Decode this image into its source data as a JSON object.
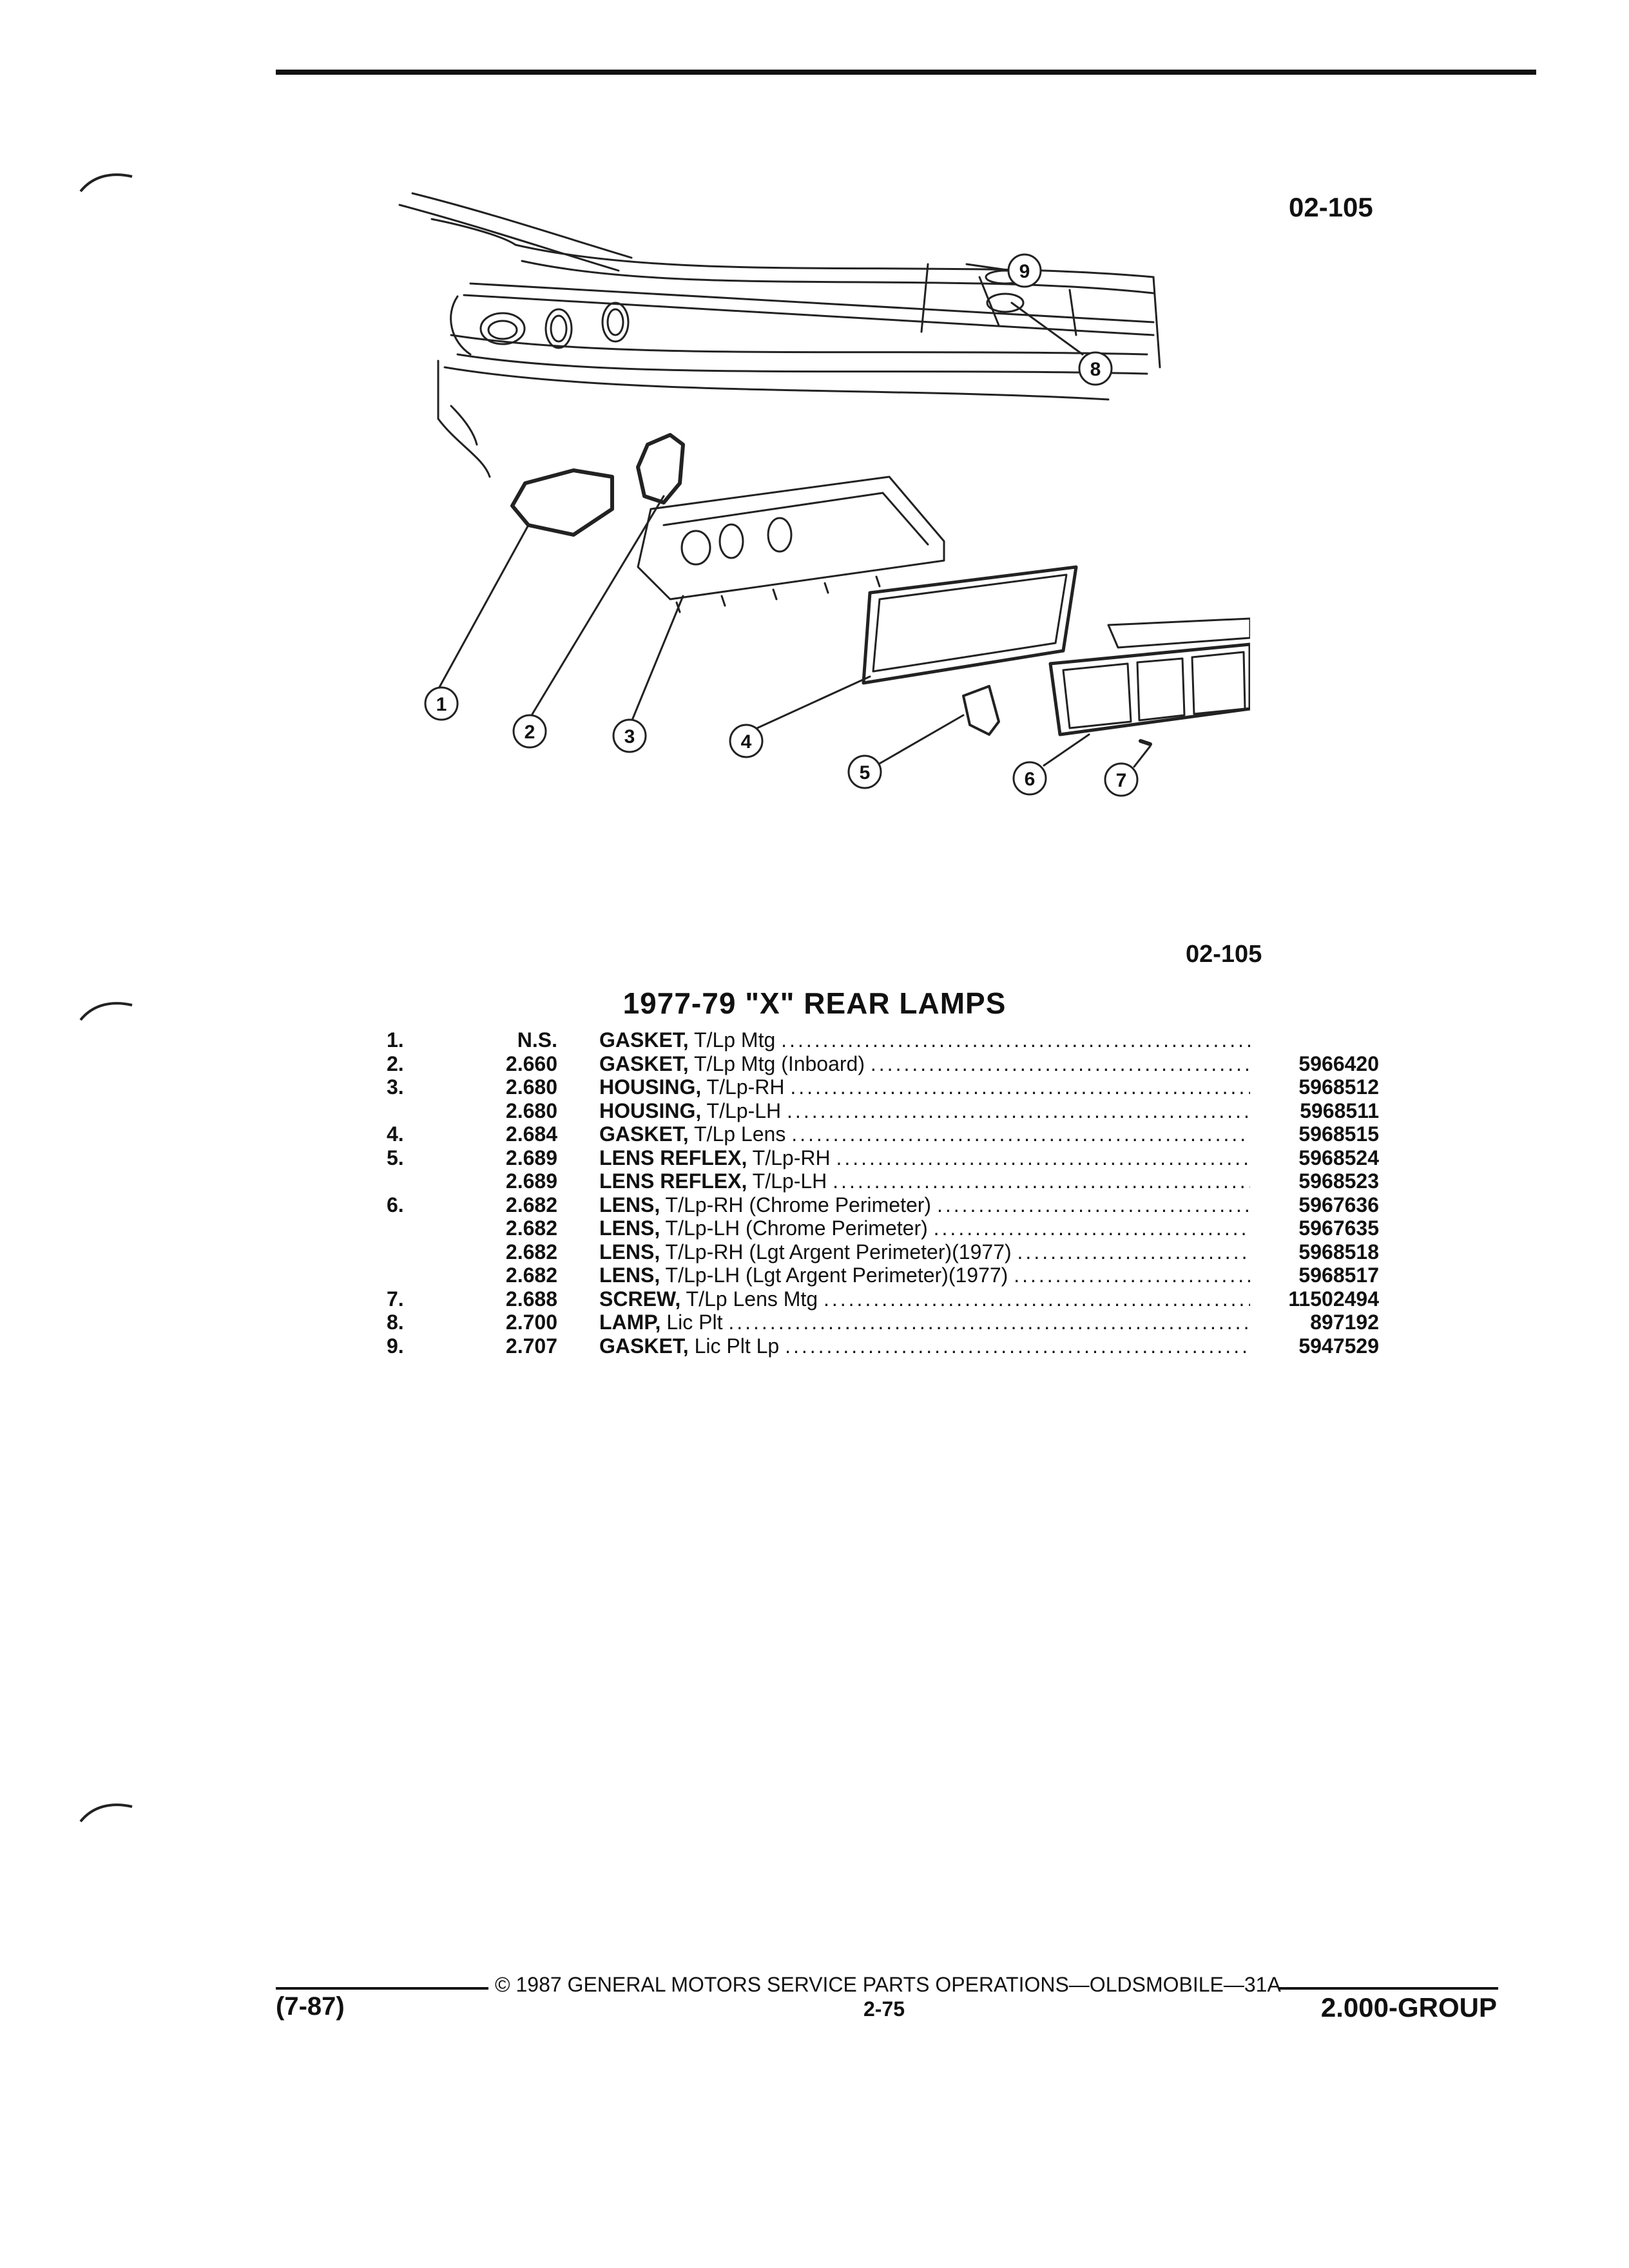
{
  "figure_code_top": "02-105",
  "figure_code_bottom": "02-105",
  "callouts": [
    "1",
    "2",
    "3",
    "4",
    "5",
    "6",
    "7",
    "8",
    "9"
  ],
  "section_title": "1977-79 \"X\" REAR LAMPS",
  "parts": [
    {
      "item": "1.",
      "group": "N.S.",
      "name": "GASKET,",
      "desc": "T/Lp Mtg",
      "part_no": ""
    },
    {
      "item": "2.",
      "group": "2.660",
      "name": "GASKET,",
      "desc": "T/Lp Mtg (Inboard)",
      "part_no": "5966420"
    },
    {
      "item": "3.",
      "group": "2.680",
      "name": "HOUSING,",
      "desc": "T/Lp-RH",
      "part_no": "5968512"
    },
    {
      "item": "",
      "group": "2.680",
      "name": "HOUSING,",
      "desc": "T/Lp-LH",
      "part_no": "5968511"
    },
    {
      "item": "4.",
      "group": "2.684",
      "name": "GASKET,",
      "desc": "T/Lp Lens",
      "part_no": "5968515"
    },
    {
      "item": "5.",
      "group": "2.689",
      "name": "LENS REFLEX,",
      "desc": "T/Lp-RH",
      "part_no": "5968524"
    },
    {
      "item": "",
      "group": "2.689",
      "name": "LENS REFLEX,",
      "desc": "T/Lp-LH",
      "part_no": "5968523"
    },
    {
      "item": "6.",
      "group": "2.682",
      "name": "LENS,",
      "desc": "T/Lp-RH (Chrome Perimeter)",
      "part_no": "5967636"
    },
    {
      "item": "",
      "group": "2.682",
      "name": "LENS,",
      "desc": "T/Lp-LH (Chrome Perimeter)",
      "part_no": "5967635"
    },
    {
      "item": "",
      "group": "2.682",
      "name": "LENS,",
      "desc": "T/Lp-RH (Lgt Argent Perimeter)(1977)",
      "part_no": "5968518"
    },
    {
      "item": "",
      "group": "2.682",
      "name": "LENS,",
      "desc": "T/Lp-LH (Lgt Argent Perimeter)(1977)",
      "part_no": "5968517"
    },
    {
      "item": "7.",
      "group": "2.688",
      "name": "SCREW,",
      "desc": "T/Lp Lens Mtg",
      "part_no": "11502494"
    },
    {
      "item": "8.",
      "group": "2.700",
      "name": "LAMP,",
      "desc": "Lic Plt",
      "part_no": "897192"
    },
    {
      "item": "9.",
      "group": "2.707",
      "name": "GASKET,",
      "desc": "Lic Plt Lp",
      "part_no": "5947529"
    }
  ],
  "footer": {
    "copyright": "© 1987 GENERAL MOTORS SERVICE PARTS OPERATIONS—OLDSMOBILE—31A",
    "revision": "(7-87)",
    "page": "2-75",
    "group": "2.000-GROUP"
  }
}
